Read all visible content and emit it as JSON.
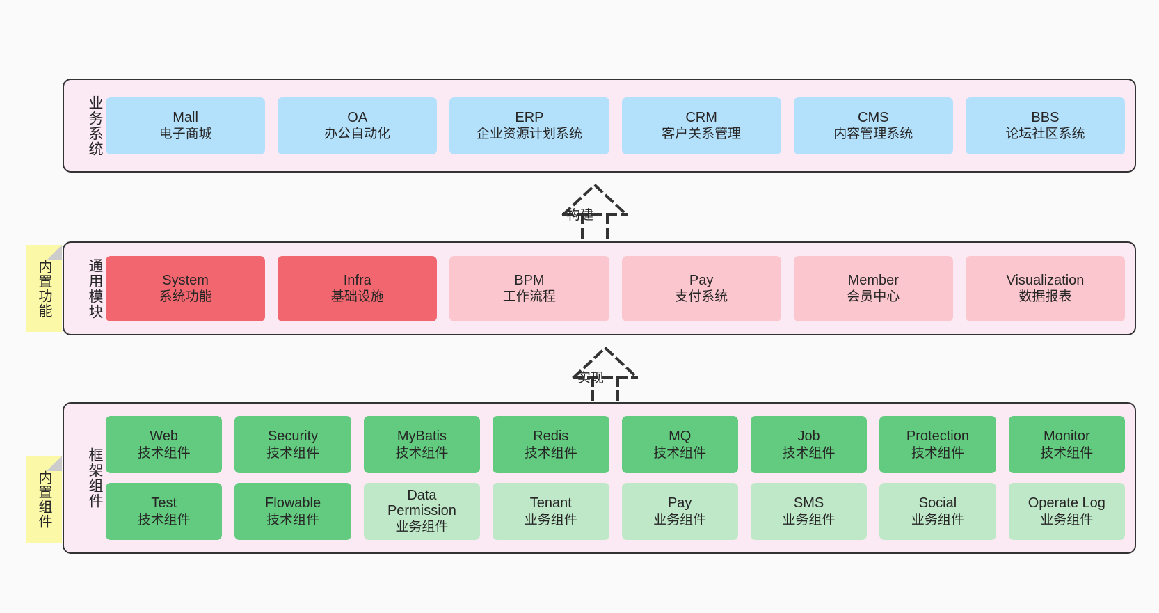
{
  "diagram": {
    "background_color": "#fafafa",
    "layer_fill": "#fbeaf4",
    "layer_border": "#333333",
    "sticky_color": "#fbf8a8"
  },
  "layers": [
    {
      "id": "business-system",
      "title": "业务系统",
      "color": "#b3e0fb",
      "rows": [
        [
          {
            "en": "Mall",
            "cn": "电子商城",
            "color": "#b3e0fb"
          },
          {
            "en": "OA",
            "cn": "办公自动化",
            "color": "#b3e0fb"
          },
          {
            "en": "ERP",
            "cn": "企业资源计划系统",
            "color": "#b3e0fb"
          },
          {
            "en": "CRM",
            "cn": "客户关系管理",
            "color": "#b3e0fb"
          },
          {
            "en": "CMS",
            "cn": "内容管理系统",
            "color": "#b3e0fb"
          },
          {
            "en": "BBS",
            "cn": "论坛社区系统",
            "color": "#b3e0fb"
          }
        ]
      ]
    },
    {
      "id": "common-module",
      "title": "通用模块",
      "sticky": "内置功能",
      "rows": [
        [
          {
            "en": "System",
            "cn": "系统功能",
            "color": "#f2666f"
          },
          {
            "en": "Infra",
            "cn": "基础设施",
            "color": "#f2666f"
          },
          {
            "en": "BPM",
            "cn": "工作流程",
            "color": "#fbc6cd"
          },
          {
            "en": "Pay",
            "cn": "支付系统",
            "color": "#fbc6cd"
          },
          {
            "en": "Member",
            "cn": "会员中心",
            "color": "#fbc6cd"
          },
          {
            "en": "Visualization",
            "cn": "数据报表",
            "color": "#fbc6cd"
          }
        ]
      ]
    },
    {
      "id": "framework-component",
      "title": "框架组件",
      "sticky": "内置组件",
      "rows": [
        [
          {
            "en": "Web",
            "cn": "技术组件",
            "color": "#63cb7f"
          },
          {
            "en": "Security",
            "cn": "技术组件",
            "color": "#63cb7f"
          },
          {
            "en": "MyBatis",
            "cn": "技术组件",
            "color": "#63cb7f"
          },
          {
            "en": "Redis",
            "cn": "技术组件",
            "color": "#63cb7f"
          },
          {
            "en": "MQ",
            "cn": "技术组件",
            "color": "#63cb7f"
          },
          {
            "en": "Job",
            "cn": "技术组件",
            "color": "#63cb7f"
          },
          {
            "en": "Protection",
            "cn": "技术组件",
            "color": "#63cb7f"
          },
          {
            "en": "Monitor",
            "cn": "技术组件",
            "color": "#63cb7f"
          }
        ],
        [
          {
            "en": "Test",
            "cn": "技术组件",
            "color": "#63cb7f"
          },
          {
            "en": "Flowable",
            "cn": "技术组件",
            "color": "#63cb7f"
          },
          {
            "en": "Data Permission",
            "cn": "业务组件",
            "color": "#bfe8c8"
          },
          {
            "en": "Tenant",
            "cn": "业务组件",
            "color": "#bfe8c8"
          },
          {
            "en": "Pay",
            "cn": "业务组件",
            "color": "#bfe8c8"
          },
          {
            "en": "SMS",
            "cn": "业务组件",
            "color": "#bfe8c8"
          },
          {
            "en": "Social",
            "cn": "业务组件",
            "color": "#bfe8c8"
          },
          {
            "en": "Operate Log",
            "cn": "业务组件",
            "color": "#bfe8c8"
          }
        ]
      ]
    }
  ],
  "connectors": [
    {
      "id": "build",
      "label": "构建",
      "style": "dashed-generalization"
    },
    {
      "id": "implement",
      "label": "实现",
      "style": "dashed-generalization"
    }
  ]
}
